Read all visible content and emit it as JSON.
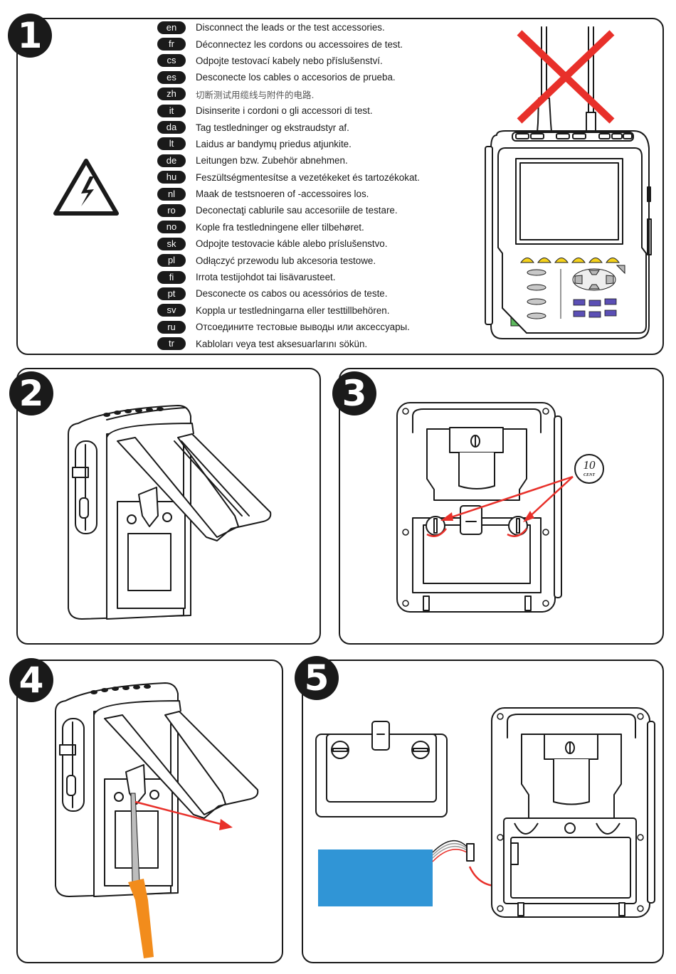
{
  "steps": [
    {
      "number": "1"
    },
    {
      "number": "2"
    },
    {
      "number": "3"
    },
    {
      "number": "4"
    },
    {
      "number": "5"
    }
  ],
  "step1": {
    "warning_icon": "electric-hazard-triangle",
    "languages": [
      {
        "code": "en",
        "text": "Disconnect the leads or the test accessories."
      },
      {
        "code": "fr",
        "text": "Déconnectez les cordons ou accessoires de test."
      },
      {
        "code": "cs",
        "text": "Odpojte testovací kabely nebo příslušenství."
      },
      {
        "code": "es",
        "text": "Desconecte los cables o accesorios de prueba."
      },
      {
        "code": "zh",
        "text": "切断测试用缆线与附件的电路."
      },
      {
        "code": "it",
        "text": "Disinserite i cordoni o gli accessori di test."
      },
      {
        "code": "da",
        "text": "Tag testledninger og ekstraudstyr af."
      },
      {
        "code": "lt",
        "text": "Laidus ar bandymų priedus atjunkite."
      },
      {
        "code": "de",
        "text": "Leitungen bzw. Zubehör abnehmen."
      },
      {
        "code": "hu",
        "text": "Feszültségmentesítse a vezetékeket és tartozékokat."
      },
      {
        "code": "nl",
        "text": "Maak de testsnoeren of -accessoires los."
      },
      {
        "code": "ro",
        "text": "Deconectaţi cablurile sau accesoriile de testare."
      },
      {
        "code": "no",
        "text": "Kople fra testledningene eller tilbehøret."
      },
      {
        "code": "sk",
        "text": "Odpojte testovacie káble alebo príslušenstvo."
      },
      {
        "code": "pl",
        "text": "Odłączyć przewodu lub akcesoria testowe."
      },
      {
        "code": "fi",
        "text": "Irrota testijohdot tai lisävarusteet."
      },
      {
        "code": "pt",
        "text": "Desconecte os cabos ou acessórios de teste."
      },
      {
        "code": "sv",
        "text": "Koppla ur testledningarna eller testtillbehören."
      },
      {
        "code": "ru",
        "text": "Отсоедините тестовые выводы или аксессуары."
      },
      {
        "code": "tr",
        "text": "Kabloları veya test aksesuarlarını sökün."
      }
    ]
  },
  "step3": {
    "coin_value": "10",
    "coin_unit": "CENT"
  },
  "colors": {
    "warning_red": "#e8302a",
    "function_key_yellow": "#f5d21c",
    "keypad_purple": "#5b4fb5",
    "power_green": "#5cb85c",
    "screwdriver_orange": "#f28c1c",
    "battery_blue": "#3095d6"
  }
}
